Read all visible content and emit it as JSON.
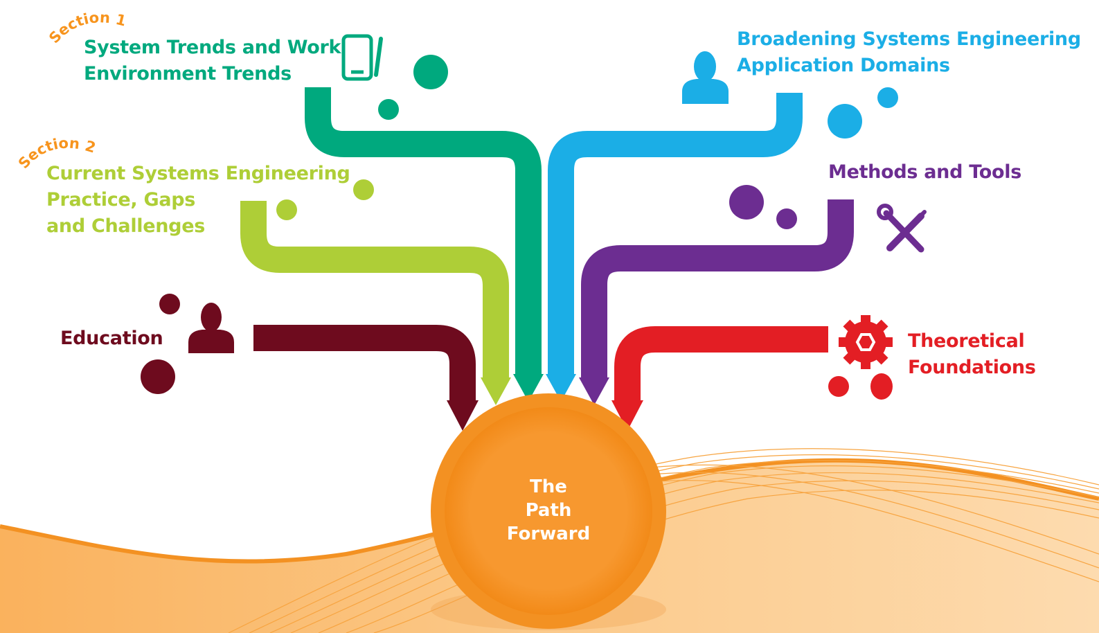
{
  "center": {
    "line1": "The",
    "line2": "Path",
    "line3": "Forward",
    "color": "#F7941D"
  },
  "sections": {
    "section1": "Section 1",
    "section2": "Section 2"
  },
  "branches": [
    {
      "id": "trends",
      "line1": "System Trends and Work",
      "line2": "Environment Trends",
      "color": "#00A97E",
      "icon": "tablet-pen-icon"
    },
    {
      "id": "practice",
      "line1": "Current Systems Engineering",
      "line2": "Practice, Gaps",
      "line3": "and Challenges",
      "color": "#AECE37",
      "icon": "none"
    },
    {
      "id": "education",
      "line1": "Education",
      "color": "#6E0B1E",
      "icon": "person-icon"
    },
    {
      "id": "domains",
      "line1": "Broadening Systems Engineering",
      "line2": "Application Domains",
      "color": "#1BAEE6",
      "icon": "person-icon"
    },
    {
      "id": "methods",
      "line1": "Methods and Tools",
      "color": "#6C2D91",
      "icon": "wrench-screwdriver-icon"
    },
    {
      "id": "foundations",
      "line1": "Theoretical",
      "line2": "Foundations",
      "color": "#E31E24",
      "icon": "gear-icon"
    }
  ]
}
